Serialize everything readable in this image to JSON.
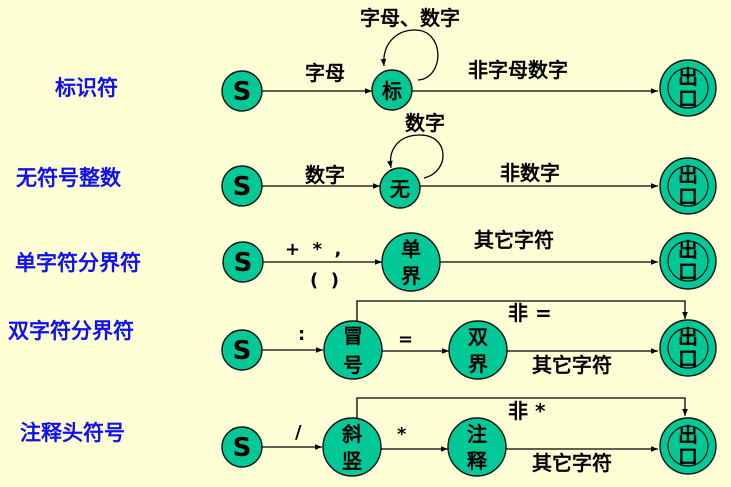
{
  "colors": {
    "background": "#ffffd6",
    "row_label": "#1010f0",
    "node_fill": "#00c896",
    "stroke": "#111111"
  },
  "rows": [
    {
      "label": "标识符",
      "start": "S",
      "first_edge": "字母",
      "state": "标",
      "self_loop": "字母、数字",
      "exit_edge": "非字母数字",
      "exit": {
        "top": "出",
        "bottom": "口"
      }
    },
    {
      "label": "无符号整数",
      "start": "S",
      "first_edge": "数字",
      "state": "无",
      "self_loop": "数字",
      "exit_edge": "非数字",
      "exit": {
        "top": "出",
        "bottom": "口"
      }
    },
    {
      "label": "单字符分界符",
      "start": "S",
      "first_edge_top": "+  *  ,",
      "first_edge_bottom": "(  )",
      "state": {
        "top": "单",
        "bottom": "界"
      },
      "exit_edge": "其它字符",
      "exit": {
        "top": "出",
        "bottom": "口"
      }
    },
    {
      "label": "双字符分界符",
      "start": "S",
      "first_edge": ":",
      "state1": {
        "top": "冒",
        "bottom": "号"
      },
      "mid_edge": "=",
      "state2": {
        "top": "双",
        "bottom": "界"
      },
      "bypass_edge": "非 =",
      "exit_edge": "其它字符",
      "exit": {
        "top": "出",
        "bottom": "口"
      }
    },
    {
      "label": "注释头符号",
      "start": "S",
      "first_edge": "/",
      "state1": {
        "top": "斜",
        "bottom": "竖"
      },
      "mid_edge": "*",
      "state2": {
        "top": "注",
        "bottom": "释"
      },
      "bypass_edge": "非 *",
      "exit_edge": "其它字符",
      "exit": {
        "top": "出",
        "bottom": "口"
      }
    }
  ]
}
